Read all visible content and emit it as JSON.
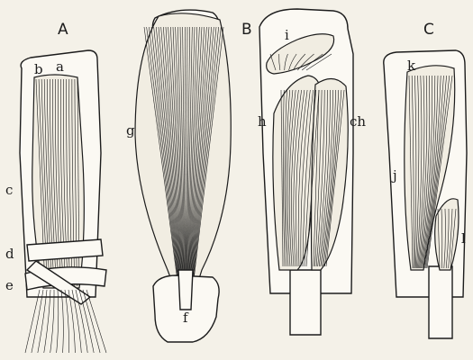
{
  "panels": [
    "A",
    "B",
    "C"
  ],
  "labels": {
    "a": "a",
    "b": "b",
    "c": "c",
    "d": "d",
    "e": "e",
    "f": "f",
    "g": "g",
    "h": "h",
    "i": "i",
    "ch": "ch",
    "j": "j",
    "k": "k",
    "l": "l"
  },
  "colors": {
    "ink": "#1c1c1c",
    "paper": "#f4f1e8"
  }
}
